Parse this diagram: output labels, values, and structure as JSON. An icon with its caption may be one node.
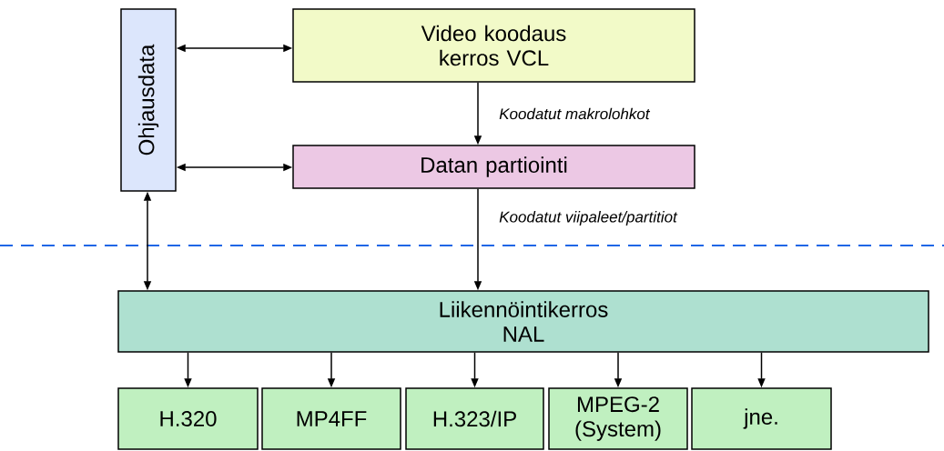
{
  "diagram": {
    "nodes": [
      {
        "text": [
          "Ohjausdata"
        ]
      },
      {
        "text": [
          "Video koodaus kerros VCL"
        ]
      },
      {
        "text": [
          "Datan partiointi"
        ]
      },
      {
        "text": [
          "Liikennöintikerros NAL"
        ]
      },
      {
        "text": [
          "H.320"
        ]
      },
      {
        "text": [
          "MP4FF"
        ]
      },
      {
        "text": [
          "H.323/IP"
        ]
      },
      {
        "text": [
          "MPEG-2 (System)"
        ]
      },
      {
        "text": [
          "jne."
        ]
      }
    ],
    "edges": [
      {
        "from": 0,
        "to": 1,
        "arrow": "both"
      },
      {
        "from": 0,
        "to": 2,
        "arrow": "both"
      },
      {
        "from": 1,
        "to": 2,
        "arrow": "to",
        "label": "Koodatut makrolohkot"
      },
      {
        "from": 2,
        "to": 3,
        "arrow": "to",
        "label": "Koodatut viipaleet/partitiot"
      },
      {
        "from": 0,
        "to": 3,
        "arrow": "both"
      },
      {
        "from": 3,
        "to": 4,
        "arrow": "to"
      },
      {
        "from": 3,
        "to": 5,
        "arrow": "to"
      },
      {
        "from": 3,
        "to": 6,
        "arrow": "to"
      },
      {
        "from": 3,
        "to": 7,
        "arrow": "to"
      },
      {
        "from": 3,
        "to": 8,
        "arrow": "to"
      }
    ]
  }
}
